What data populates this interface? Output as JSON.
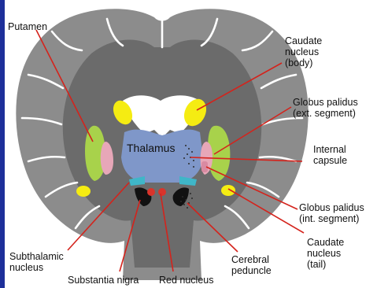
{
  "labels": {
    "putamen": "Putamen",
    "caudate_body": [
      "Caudate",
      "nucleus",
      "(body)"
    ],
    "globus_ext": [
      "Globus palidus",
      "(ext. segment)"
    ],
    "internal_capsule": [
      "Internal",
      "capsule"
    ],
    "globus_int": [
      "Globus palidus",
      "(int. segment)"
    ],
    "caudate_tail": [
      "Caudate",
      "nucleus",
      "(tail)"
    ],
    "cerebral_peduncle": [
      "Cerebral",
      "peduncle"
    ],
    "subthalamic": [
      "Subthalamic",
      "nucleus"
    ],
    "substantia_nigra": "Substantia nigra",
    "red_nucleus": "Red nucleus",
    "thalamus": "Thalamus"
  },
  "colors": {
    "background": "#1d2f9a",
    "cortex": "#8c8c8c",
    "white_matter": "#6b6b6b",
    "thalamus": "#7f97c9",
    "caudate": "#f5ec12",
    "putamen": "#a8d24b",
    "globus_pallidus": "#e7a7b8",
    "subthalamic": "#3fb6c8",
    "substantia_nigra": "#111111",
    "red_nucleus": "#d9342b",
    "leader_line": "#d4231c"
  }
}
